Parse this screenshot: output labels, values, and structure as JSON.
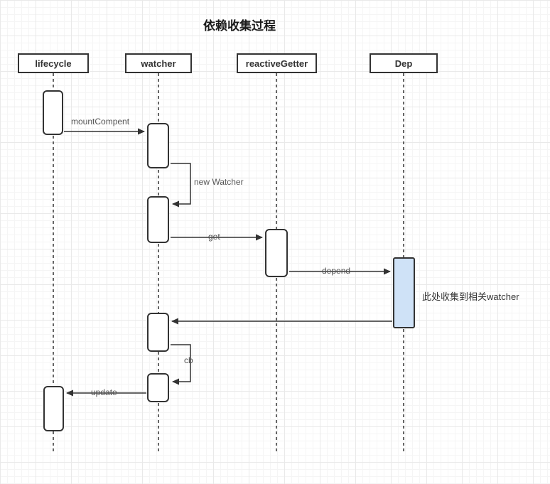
{
  "title": "依赖收集过程",
  "actors": [
    {
      "name": "lifecycle"
    },
    {
      "name": "watcher"
    },
    {
      "name": "reactiveGetter"
    },
    {
      "name": "Dep"
    }
  ],
  "messages": {
    "mount": "mountCompent",
    "new_watcher": "new Watcher",
    "get": "get",
    "depend": "depend",
    "cb": "cb",
    "update": "update"
  },
  "annotation": "此处收集到相关watcher",
  "colors": {
    "dep_activation_fill": "#cfe2f7",
    "stroke": "#333333"
  }
}
